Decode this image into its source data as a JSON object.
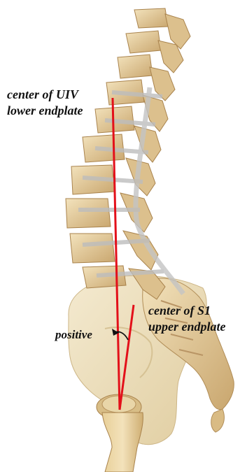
{
  "labels": {
    "uiv_line1": "center of UIV",
    "uiv_line2": "lower endplate",
    "s1_line1": "center of S1",
    "s1_line2": "upper endplate",
    "positive": "positive"
  },
  "colors": {
    "bone": "#e6d3a8",
    "bone_shade": "#c9a66e",
    "pelvis": "#efe3c2",
    "rod": "#bcbcbc",
    "line_red": "#e3101a",
    "text": "#111111"
  }
}
